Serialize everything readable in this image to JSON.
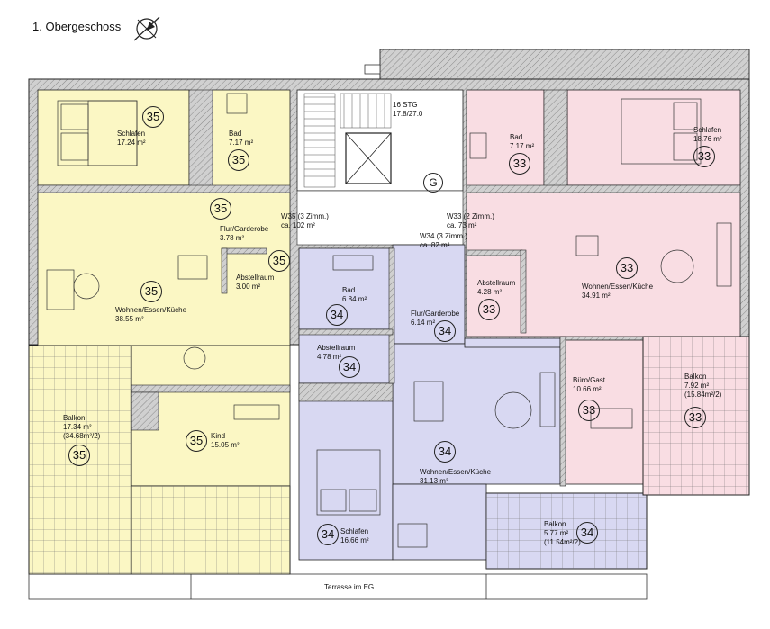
{
  "title": "1. Obergeschoss",
  "colors": {
    "unit35": "#fbf7c4",
    "unit34": "#d8d8f2",
    "unit33": "#f9dde3",
    "wall": "#bdbdbd",
    "line": "#222222"
  },
  "icons": [
    "compass-north-icon"
  ],
  "rooms": {
    "schlafen35": {
      "name": "Schlafen",
      "area": "17.24 m²",
      "unit": "35"
    },
    "bad35": {
      "name": "Bad",
      "area": "7.17 m²",
      "unit": "35"
    },
    "flur35": {
      "name": "Flur/Garderobe",
      "area": "3.78 m²",
      "unit": "35"
    },
    "abstell35": {
      "name": "Abstellraum",
      "area": "3.00 m²",
      "unit": "35"
    },
    "wohnen35": {
      "name": "Wohnen/Essen/Küche",
      "area": "38.55 m²",
      "unit": "35"
    },
    "kind35": {
      "name": "Kind",
      "area": "15.05 m²",
      "unit": "35"
    },
    "balkon35": {
      "name": "Balkon",
      "area": "17.34 m²",
      "sub": "(34.68m²/2)",
      "unit": "35"
    },
    "bad34": {
      "name": "Bad",
      "area": "6.84 m²",
      "unit": "34"
    },
    "flur34": {
      "name": "Flur/Garderobe",
      "area": "6.14 m²",
      "unit": "34"
    },
    "abstell34": {
      "name": "Abstellraum",
      "area": "4.78 m²",
      "unit": "34"
    },
    "wohnen34": {
      "name": "Wohnen/Essen/Küche",
      "area": "31.13 m²",
      "unit": "34"
    },
    "schlafen34": {
      "name": "Schlafen",
      "area": "16.66 m²",
      "unit": "34"
    },
    "balkon34": {
      "name": "Balkon",
      "area": "5.77 m²",
      "sub": "(11.54m²/2)",
      "unit": "34"
    },
    "bad33": {
      "name": "Bad",
      "area": "7.17 m²",
      "unit": "33"
    },
    "schlafen33": {
      "name": "Schlafen",
      "area": "18.76 m²",
      "unit": "33"
    },
    "abstell33": {
      "name": "Abstellraum",
      "area": "4.28 m²",
      "unit": "33"
    },
    "wohnen33": {
      "name": "Wohnen/Essen/Küche",
      "area": "34.91 m²",
      "unit": "33"
    },
    "buero33": {
      "name": "Büro/Gast",
      "area": "10.66 m²",
      "unit": "33"
    },
    "balkon33": {
      "name": "Balkon",
      "area": "7.92 m²",
      "sub": "(15.84m²/2)",
      "unit": "33"
    }
  },
  "stair": {
    "line1": "16 STG",
    "line2": "17.8/27.0",
    "label": "G"
  },
  "apartments": {
    "w35": {
      "name": "W35 (3 Zimm.)",
      "area": "ca. 102 m²"
    },
    "w33": {
      "name": "W33 (2 Zimm.)",
      "area": "ca. 73 m²"
    },
    "w34": {
      "name": "W34 (3 Zimm.)",
      "area": "ca. 82 m²"
    }
  },
  "terrace": "Terrasse im EG"
}
